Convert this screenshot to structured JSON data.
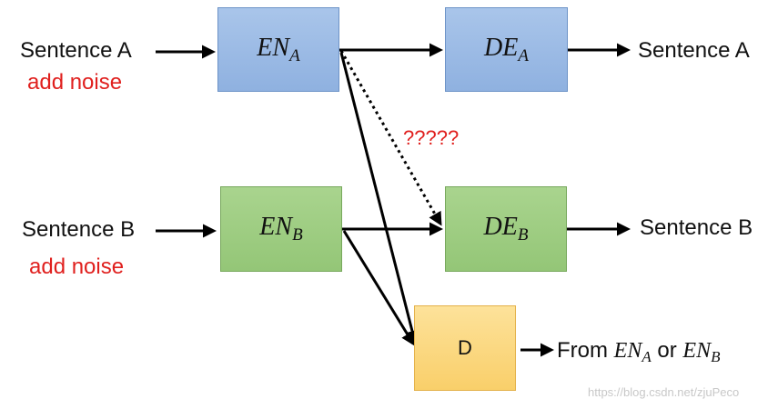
{
  "inputs": {
    "sentence_a": "Sentence A",
    "add_noise_a": "add noise",
    "sentence_b": "Sentence B",
    "add_noise_b": "add noise"
  },
  "boxes": {
    "en_a": {
      "main": "EN",
      "sub": "A"
    },
    "de_a": {
      "main": "DE",
      "sub": "A"
    },
    "en_b": {
      "main": "EN",
      "sub": "B"
    },
    "de_b": {
      "main": "DE",
      "sub": "B"
    },
    "d": "D"
  },
  "question_marks": "?????",
  "outputs": {
    "sentence_a": "Sentence A",
    "sentence_b": "Sentence B",
    "from_prefix": "From",
    "from_a_main": "EN",
    "from_a_sub": "A",
    "from_or": "or",
    "from_b_main": "EN",
    "from_b_sub": "B"
  },
  "watermark": "https://blog.csdn.net/zjuPeco",
  "colors": {
    "blue_box": "#9dbbe5",
    "green_box": "#a0cd84",
    "orange_box": "#fbd57f",
    "red_text": "#e0201e"
  }
}
